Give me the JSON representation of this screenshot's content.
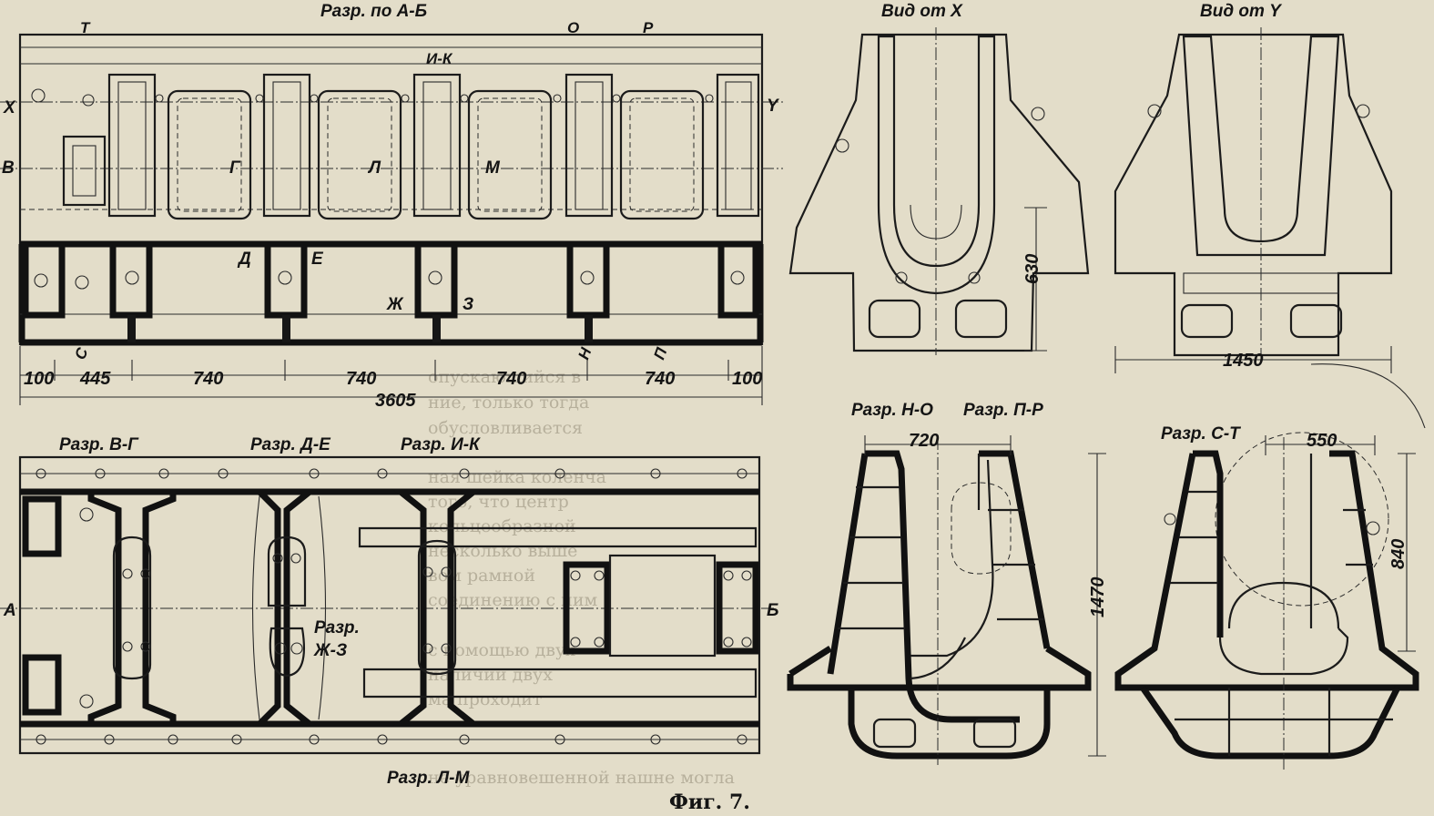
{
  "figure": {
    "caption": "Фиг. 7."
  },
  "views": {
    "section_ab": "Разр. по А-Б",
    "view_x": "Вид от X",
    "view_y": "Вид от Y",
    "section_vg": "Разр. В-Г",
    "section_de": "Разр. Д-Е",
    "section_ik": "Разр. И-К",
    "section_no": "Разр. Н-О",
    "section_pr": "Разр. П-Р",
    "section_st": "Разр. С-Т",
    "section_zhz_a": "Разр.",
    "section_zhz_b": "Ж-З",
    "section_lm": "Разр. Л-М"
  },
  "markers": {
    "T": "T",
    "O": "О",
    "R": "Р",
    "IK": "И-К",
    "X": "X",
    "Y": "Y",
    "V": "В",
    "G": "Г",
    "L": "Л",
    "M": "М",
    "D": "Д",
    "E": "Е",
    "ZH": "Ж",
    "Z": "З",
    "S": "С",
    "N": "Н",
    "P": "П",
    "A": "А",
    "B": "Б"
  },
  "dimensions": {
    "top_chain": [
      "100",
      "445",
      "740",
      "740",
      "740",
      "740",
      "100"
    ],
    "total": "3605",
    "height_x": "630",
    "width_y": "1450",
    "width_no": "720",
    "height_no": "1470",
    "width_st": "550",
    "height_st": "840"
  },
  "background_text": [
    "опускающийся в",
    "ние, только тогда",
    "обусловливается",
    "ная шейка коленча",
    "того, что центр",
    "кольцеобразной",
    "несколько выше",
    "вом рамной",
    "соединению с ним",
    "с помощью двух",
    "наличии двух",
    "ма проходит",
    "не уравновешенной нашне могла"
  ]
}
